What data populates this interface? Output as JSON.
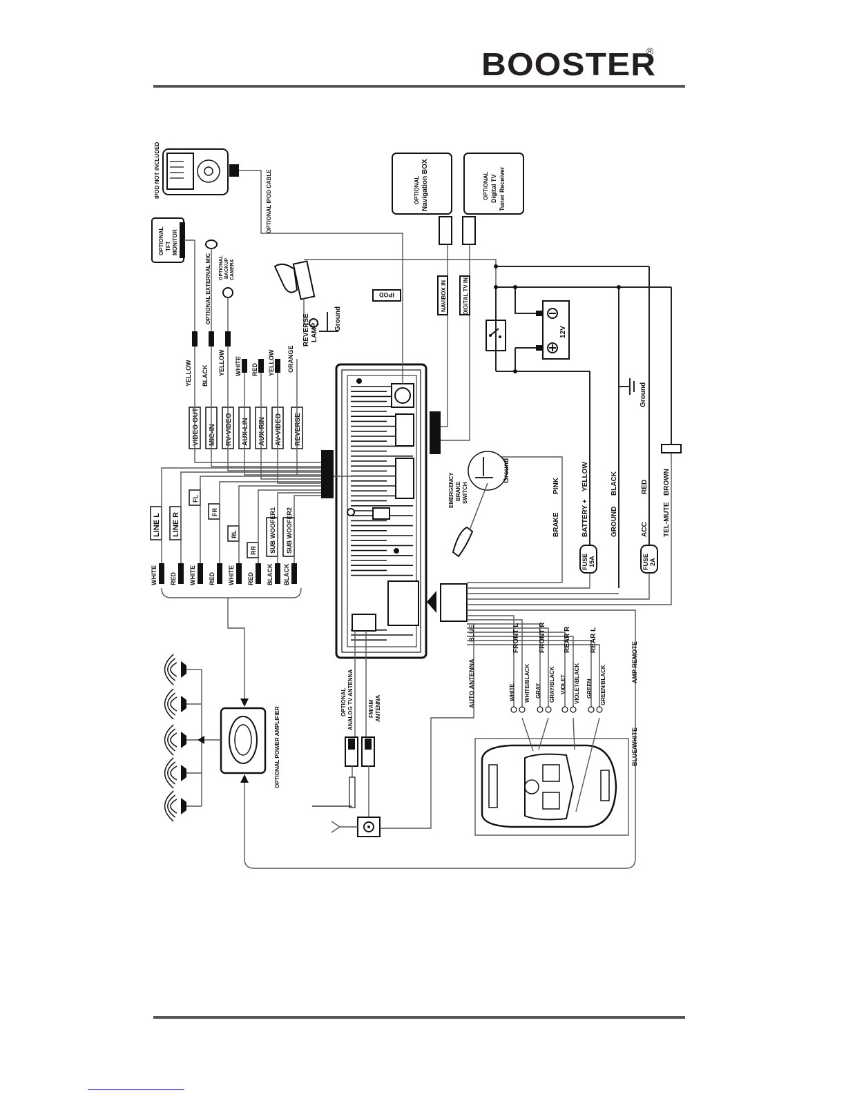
{
  "header": {
    "brand": "BOOSTER",
    "registered": "®"
  },
  "diagram": {
    "ipod_not_included": "IPOD NOT INCLUDED",
    "optional_ipod_cable": "OPTIONAL IPOD CABLE",
    "ipod_label": "IPOD",
    "tft_monitor": [
      "OPTIONAL",
      "TFT",
      "MONITOR"
    ],
    "external_mic": "OPTIONAL EXTERNAL MIC",
    "backup_camera": [
      "OPTIONAL",
      "BACKUP",
      "CAMERA"
    ],
    "nav_box": [
      "OPTIONAL",
      "Navigation BOX"
    ],
    "digital_tv": [
      "OPTIONAL",
      "Digital TV",
      "Tuner Receiver"
    ],
    "navibox_in": "NAVIBOX IN",
    "digital_tv_in": "DIGITAL TV IN",
    "reverse_lamp": [
      "REVERSE",
      "LAMP"
    ],
    "ground": "Ground",
    "battery_12v": "12V",
    "input_connectors": [
      "VIDEO OUT",
      "MIC-IN",
      "RV-VIDEO",
      "AUX-LIN",
      "AUX-RIN",
      "AV-VIDEO",
      "REVERSE"
    ],
    "input_wire_colors": [
      "YELLOW",
      "BLACK",
      "YELLOW",
      "WHITE",
      "RED",
      "YELLOW",
      "ORANGE"
    ],
    "line_outputs": [
      "LINE L",
      "LINE R",
      "FL",
      "FR",
      "RL",
      "RR",
      "SUB WOOFER1",
      "SUB WOOFER2"
    ],
    "line_wire_colors": [
      "WHITE",
      "RED",
      "WHITE",
      "RED",
      "WHITE",
      "RED",
      "BLACK",
      "BLACK"
    ],
    "emergency_brake": [
      "EMERGENCY",
      "BRAKE",
      "SWITCH"
    ],
    "power_wires": [
      {
        "name": "BRAKE",
        "color": "PINK"
      },
      {
        "name": "BATTERY +",
        "color": "YELLOW"
      },
      {
        "name": "GROUND",
        "color": "BLACK"
      },
      {
        "name": "ACC",
        "color": "RED"
      },
      {
        "name": "TEL-MUTE",
        "color": "BROWN"
      }
    ],
    "fuse_15a": [
      "FUSE",
      "15A"
    ],
    "fuse_2a": [
      "FUSE",
      "2A"
    ],
    "speaker_channels": [
      "FRONT L",
      "FRONT R",
      "REAR R",
      "REAR L"
    ],
    "speaker_wire_colors": [
      "WHITE",
      "WHITE/BLACK",
      "GRAY",
      "GRAY/BLACK",
      "VIOLET",
      "VIOLET/BLACK",
      "GREEN",
      "GREEN/BLACK"
    ],
    "auto_antenna": [
      "AUTO ANTENNA",
      "BLUE"
    ],
    "amp_remote": "AMP REMOTE",
    "blue_white": "BLUE/WHITE",
    "analog_tv_antenna": [
      "OPTIONAL",
      "ANALOG TV ANTENNA"
    ],
    "fm_am_antenna": [
      "FM/AM",
      "ANTENNA"
    ],
    "power_amplifier": "OPTIONAL POWER AMPLIFIER"
  }
}
